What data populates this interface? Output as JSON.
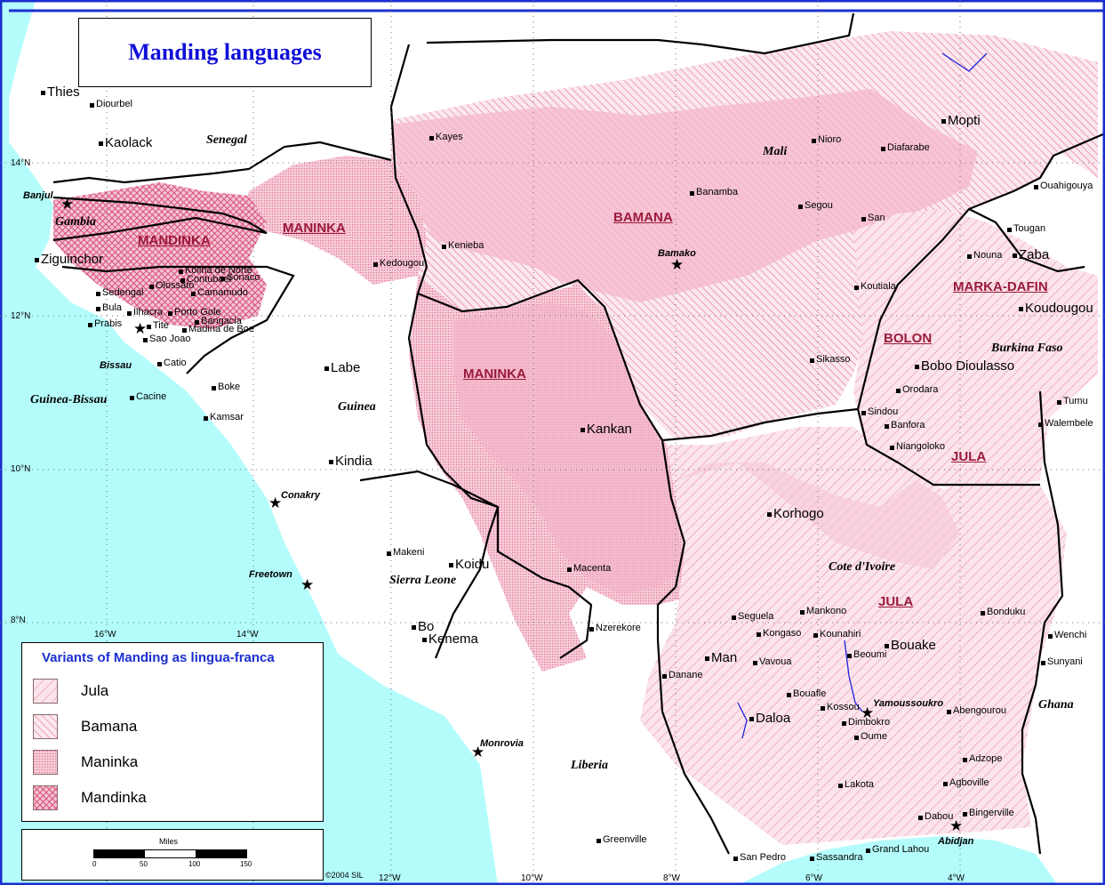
{
  "title": "Manding languages",
  "colors": {
    "ocean": "#b4fcfc",
    "land": "#ffffff",
    "pink_fill": "#f4c4d4",
    "hatch": "#e06080",
    "border": "#000000",
    "title_text": "#1010d8",
    "legend_title": "#1a2fd0",
    "region_label": "#9a1a3a",
    "river": "#2020e0",
    "frame": "#1a2fd0"
  },
  "legend": {
    "title": "Variants of Manding as lingua-franca",
    "items": [
      {
        "label": "Jula",
        "pattern": "jula"
      },
      {
        "label": "Bamana",
        "pattern": "bamana"
      },
      {
        "label": "Maninka",
        "pattern": "maninka"
      },
      {
        "label": "Mandinka",
        "pattern": "mandinka"
      }
    ]
  },
  "scale": {
    "title": "Miles",
    "ticks": [
      "0",
      "50",
      "100",
      "150"
    ]
  },
  "credit": "©2004 SIL",
  "latitudes": [
    "14°N",
    "12°N",
    "10°N",
    "8°N"
  ],
  "longitudes": [
    "16°W",
    "14°W",
    "12°W",
    "10°W",
    "8°W",
    "6°W",
    "4°W"
  ],
  "countries": [
    "Senegal",
    "Gambia",
    "Guinea-Bissau",
    "Guinea",
    "Sierra Leone",
    "Liberia",
    "Mali",
    "Burkina Faso",
    "Cote d'Ivoire",
    "Ghana"
  ],
  "region_labels": [
    "MANDINKA",
    "MANINKA",
    "BAMANA",
    "MANINKA",
    "MARKA-DAFIN",
    "BOLON",
    "JULA",
    "JULA"
  ],
  "capitals": [
    "Banjul",
    "Bissau",
    "Conakry",
    "Freetown",
    "Monrovia",
    "Bamako",
    "Yamoussoukro",
    "Abidjan"
  ],
  "cities": [
    "Thies",
    "Diourbel",
    "Kaolack",
    "Ziguinchor",
    "Kolina de Norte",
    "Contuboel",
    "Sonaco",
    "Olossato",
    "Camamudo",
    "Sedengal",
    "Bula",
    "Ilhacra",
    "Porto Gole",
    "Prabis",
    "Tite",
    "Bangacia",
    "Madina de Boe",
    "Sao Joao",
    "Catio",
    "Cacine",
    "Boke",
    "Kamsar",
    "Labe",
    "Kindia",
    "Makeni",
    "Koidu",
    "Bo",
    "Kenema",
    "Greenville",
    "Kayes",
    "Kenieba",
    "Kedougou",
    "Nioro",
    "Diafarabe",
    "Mopti",
    "Banamba",
    "Segou",
    "San",
    "Koutiala",
    "Sikasso",
    "Ouahigouya",
    "Tougan",
    "Nouna",
    "Zaba",
    "Koudougou",
    "Bobo Dioulasso",
    "Orodara",
    "Sindou",
    "Banfora",
    "Niangoloko",
    "Tumu",
    "Walembele",
    "Kankan",
    "Macenta",
    "Nzerekore",
    "Korhogo",
    "Seguela",
    "Mankono",
    "Kongaso",
    "Kounahiri",
    "Beoumi",
    "Bouake",
    "Bonduku",
    "Wenchi",
    "Sunyani",
    "Man",
    "Danane",
    "Vavoua",
    "Bouafle",
    "Kossou",
    "Daloa",
    "Dimbokro",
    "Oume",
    "Abengourou",
    "Adzope",
    "Agboville",
    "Lakota",
    "Dabou",
    "Bingerville",
    "Grand Lahou",
    "Sassandra",
    "San Pedro"
  ]
}
